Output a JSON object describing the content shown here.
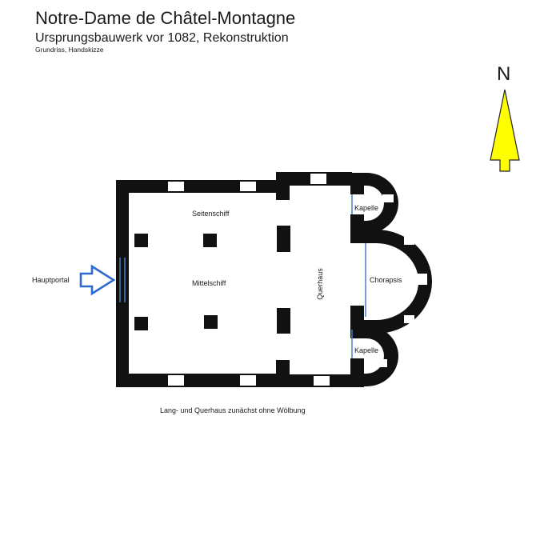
{
  "header": {
    "title": "Notre-Dame de Châtel-Montagne",
    "subtitle": "Ursprungsbauwerk vor 1082,  Rekonstruktion",
    "note": "Grundriss, Handskizze"
  },
  "compass": {
    "label": "N",
    "arrow_color": "#ffff00"
  },
  "labels": {
    "seitenschiff": "Seitenschiff",
    "mittelschiff": "Mittelschiff",
    "querhaus": "Querhaus",
    "kapelle_north": "Kapelle",
    "kapelle_south": "Kapelle",
    "chorapsis": "Chorapsis",
    "hauptportal": "Hauptportal"
  },
  "caption": "Lang- und Querhaus zunächst ohne Wölbung",
  "colors": {
    "wall": "#111111",
    "door_line": "#4a7fc8",
    "portal_arrow": "#2d6bd1"
  }
}
